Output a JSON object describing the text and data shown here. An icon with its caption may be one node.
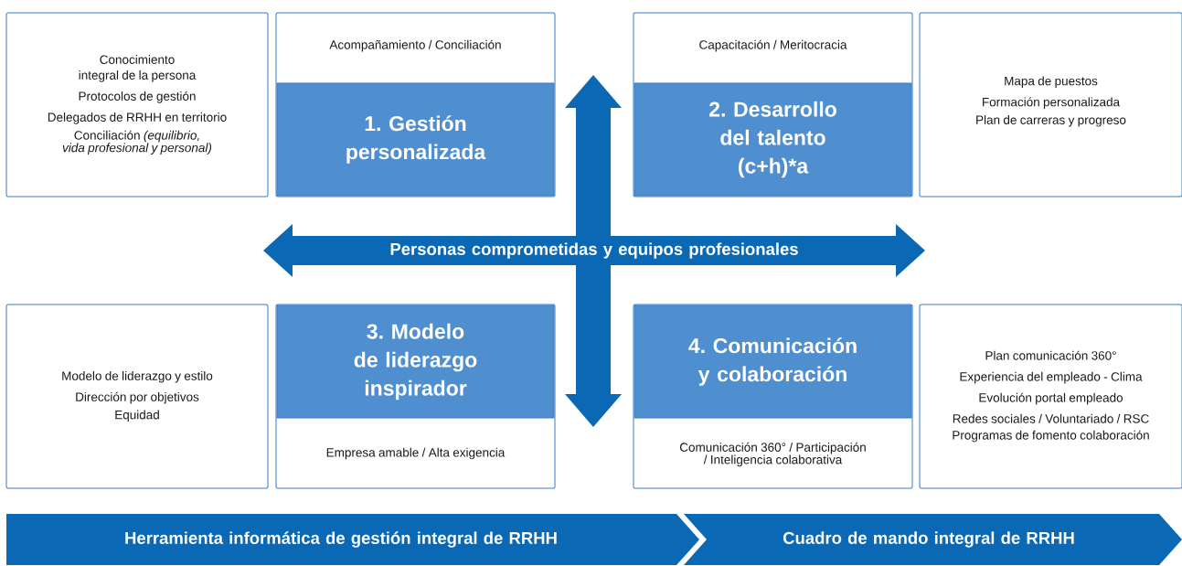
{
  "diagram": {
    "nodes": [
      {
        "text": [
          "Conocimiento integral de la persona",
          "Protocolos de gestión",
          "Delegados de RRHH en territorio",
          "Conciliación *(equilibrio, vida profesional y personal)*"
        ]
      },
      {
        "text": [
          "Acompañamiento / Conciliación"
        ]
      },
      {
        "text": [
          "1. Gestión personalizada"
        ],
        "in": 1
      },
      {
        "text": [
          "Capacitación / Meritocracia"
        ]
      },
      {
        "text": [
          "2. Desarrollo del talento (c+h)*a"
        ],
        "in": 3
      },
      {
        "text": [
          "Mapa de puestos",
          "Formación personalizada",
          "Plan de carreras y progreso"
        ]
      },
      {
        "text": [
          "Personas comprometidas y equipos profesionales"
        ]
      },
      {
        "text": [
          "Modelo de liderazgo y estilo",
          "Dirección por objetivos",
          "Equidad"
        ]
      },
      {
        "text": [
          "Empresa amable / Alta exigencia"
        ]
      },
      {
        "text": [
          "3. Modelo de liderazgo inspirador"
        ],
        "in": 8
      },
      {
        "text": [
          "Comunicación 360° / Participación / Inteligencia colaborativa"
        ]
      },
      {
        "text": [
          "4. Comunicación y colaboración"
        ],
        "in": 10
      },
      {
        "text": [
          "Plan comunicación 360°",
          "Experiencia del empleado - Clima",
          "Evolución portal empleado",
          "Redes sociales / Voluntariado / RSC",
          "Programas de fomento colaboración"
        ]
      },
      {
        "text": [
          "Herramienta informática de gestión integral de RRHH"
        ]
      },
      {
        "text": [
          "Cuadro de mando integral de RRHH"
        ]
      }
    ]
  }
}
